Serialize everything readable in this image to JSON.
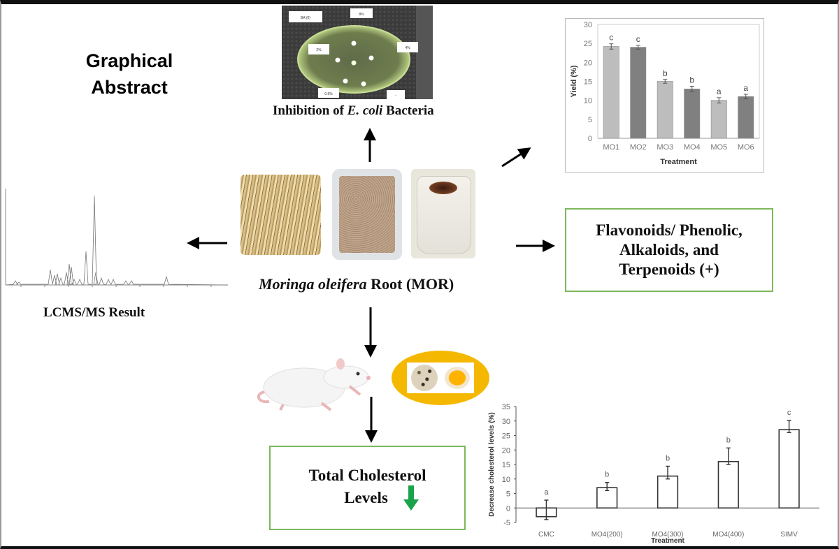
{
  "title": {
    "line1": "Graphical",
    "line2": "Abstract"
  },
  "center": {
    "label_italic": "Moringa oleifera",
    "label_rest": " Root (MOR)",
    "photos": [
      "dried-roots-photo",
      "root-powder-bag-photo",
      "extract-jar-photo"
    ]
  },
  "inhibition": {
    "caption_pre": "Inhibition of ",
    "caption_italic": "E. coli",
    "caption_post": " Bacteria",
    "plate_labels": [
      "BA (0)",
      "8%",
      "2%",
      "4%",
      "0.5%",
      "-"
    ]
  },
  "lcms": {
    "caption": "LCMS/MS Result"
  },
  "phyto": {
    "line1": "Flavonoids/ Phenolic,",
    "line2": "Alkaloids, and",
    "line3": "Terpenoids (+)"
  },
  "cholesterol": {
    "line1": "Total Cholesterol",
    "line2": "Levels",
    "arrow_color": "#1aa34a"
  },
  "colors": {
    "box_border": "#7cb85a",
    "egg_bg": "#f5b800"
  },
  "chart_data": [
    {
      "type": "bar",
      "title": "",
      "xlabel": "Treatment",
      "ylabel": "Yield (%)",
      "categories": [
        "MO1",
        "MO2",
        "MO3",
        "MO4",
        "MO5",
        "MO6"
      ],
      "values": [
        24.2,
        24.0,
        15.0,
        13.0,
        10.0,
        11.0
      ],
      "errors": [
        0.7,
        0.5,
        0.5,
        0.7,
        0.7,
        0.6
      ],
      "letters": [
        "c",
        "c",
        "b",
        "b",
        "a",
        "a"
      ],
      "bar_colors": [
        "#bdbdbd",
        "#808080",
        "#bdbdbd",
        "#808080",
        "#bdbdbd",
        "#808080"
      ],
      "ylim": [
        0,
        30
      ],
      "yticks": [
        0,
        5,
        10,
        15,
        20,
        25,
        30
      ],
      "grid": false
    },
    {
      "type": "bar",
      "title": "",
      "xlabel": "Treatment",
      "ylabel": "Decrease cholesterol levels (%)",
      "categories": [
        "CMC",
        "MO4(200)",
        "MO4(300)",
        "MO4(400)",
        "SIMV"
      ],
      "values": [
        -3,
        7,
        11,
        16,
        27
      ],
      "errors_up": [
        5.7,
        1.8,
        3.4,
        4.7,
        3.2
      ],
      "errors_down": [
        1.0,
        1.0,
        1.0,
        1.0,
        1.0
      ],
      "letters": [
        "a",
        "b",
        "b",
        "b",
        "c"
      ],
      "ylim": [
        -5,
        35
      ],
      "yticks": [
        -5,
        0,
        5,
        10,
        15,
        20,
        25,
        30,
        35
      ],
      "grid": false
    }
  ]
}
